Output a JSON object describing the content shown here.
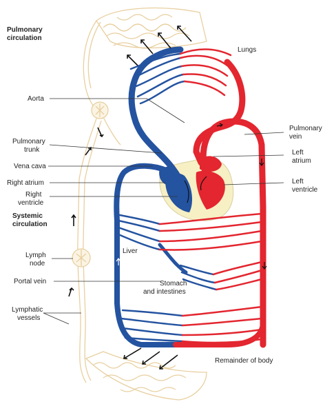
{
  "colors": {
    "deoxygenated": "#2453a0",
    "oxygenated": "#e3262f",
    "lymph": "#e8cf9f",
    "heart_tissue": "#f7f0c4"
  },
  "headings": {
    "pulmonary": [
      "Pulmonary",
      "circulation"
    ],
    "systemic": [
      "Systemic",
      "circulation"
    ]
  },
  "labels": {
    "lungs": "Lungs",
    "aorta": "Aorta",
    "pulmonary_vein": [
      "Pulmonary",
      "vein"
    ],
    "pulmonary_trunk": [
      "Pulmonary",
      "trunk"
    ],
    "left_atrium": [
      "Left",
      "atrium"
    ],
    "vena_cava": "Vena cava",
    "right_atrium": "Right atrium",
    "left_ventricle": [
      "Left",
      "ventricle"
    ],
    "right_ventricle": [
      "Right",
      "ventricle"
    ],
    "liver": "Liver",
    "lymph_node": [
      "Lymph",
      "node"
    ],
    "portal_vein": "Portal vein",
    "stomach_intestines": [
      "Stomach",
      "and intestines"
    ],
    "lymphatic_vessels": [
      "Lymphatic",
      "vessels"
    ],
    "remainder_of_body": "Remainder of body"
  }
}
